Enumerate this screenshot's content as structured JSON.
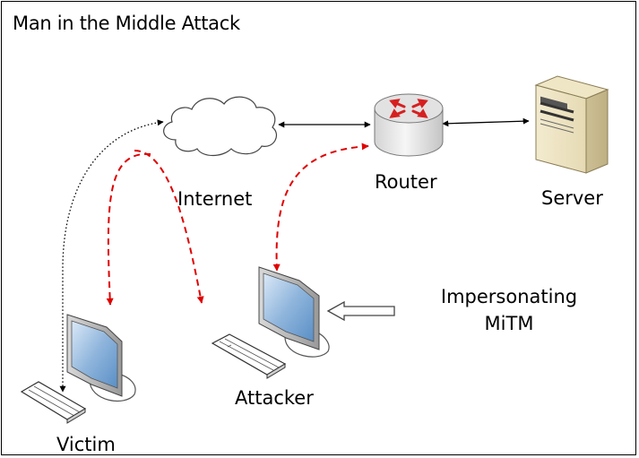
{
  "title": "Man in the Middle Attack",
  "labels": {
    "internet": "Internet",
    "router": "Router",
    "server": "Server",
    "impersonating_line1": "Impersonating",
    "impersonating_line2": "MiTM",
    "attacker": "Attacker",
    "victim": "Victim"
  },
  "colors": {
    "attack_path": "#e00000",
    "normal_path": "#000000",
    "router_arrow": "#d62020",
    "monitor_screen": "#5a8fc6"
  },
  "icons": {
    "internet": "cloud-icon",
    "router": "router-icon",
    "server": "server-tower-icon",
    "victim": "desktop-computer-icon",
    "attacker": "desktop-computer-icon",
    "impersonation": "left-arrow-icon"
  }
}
